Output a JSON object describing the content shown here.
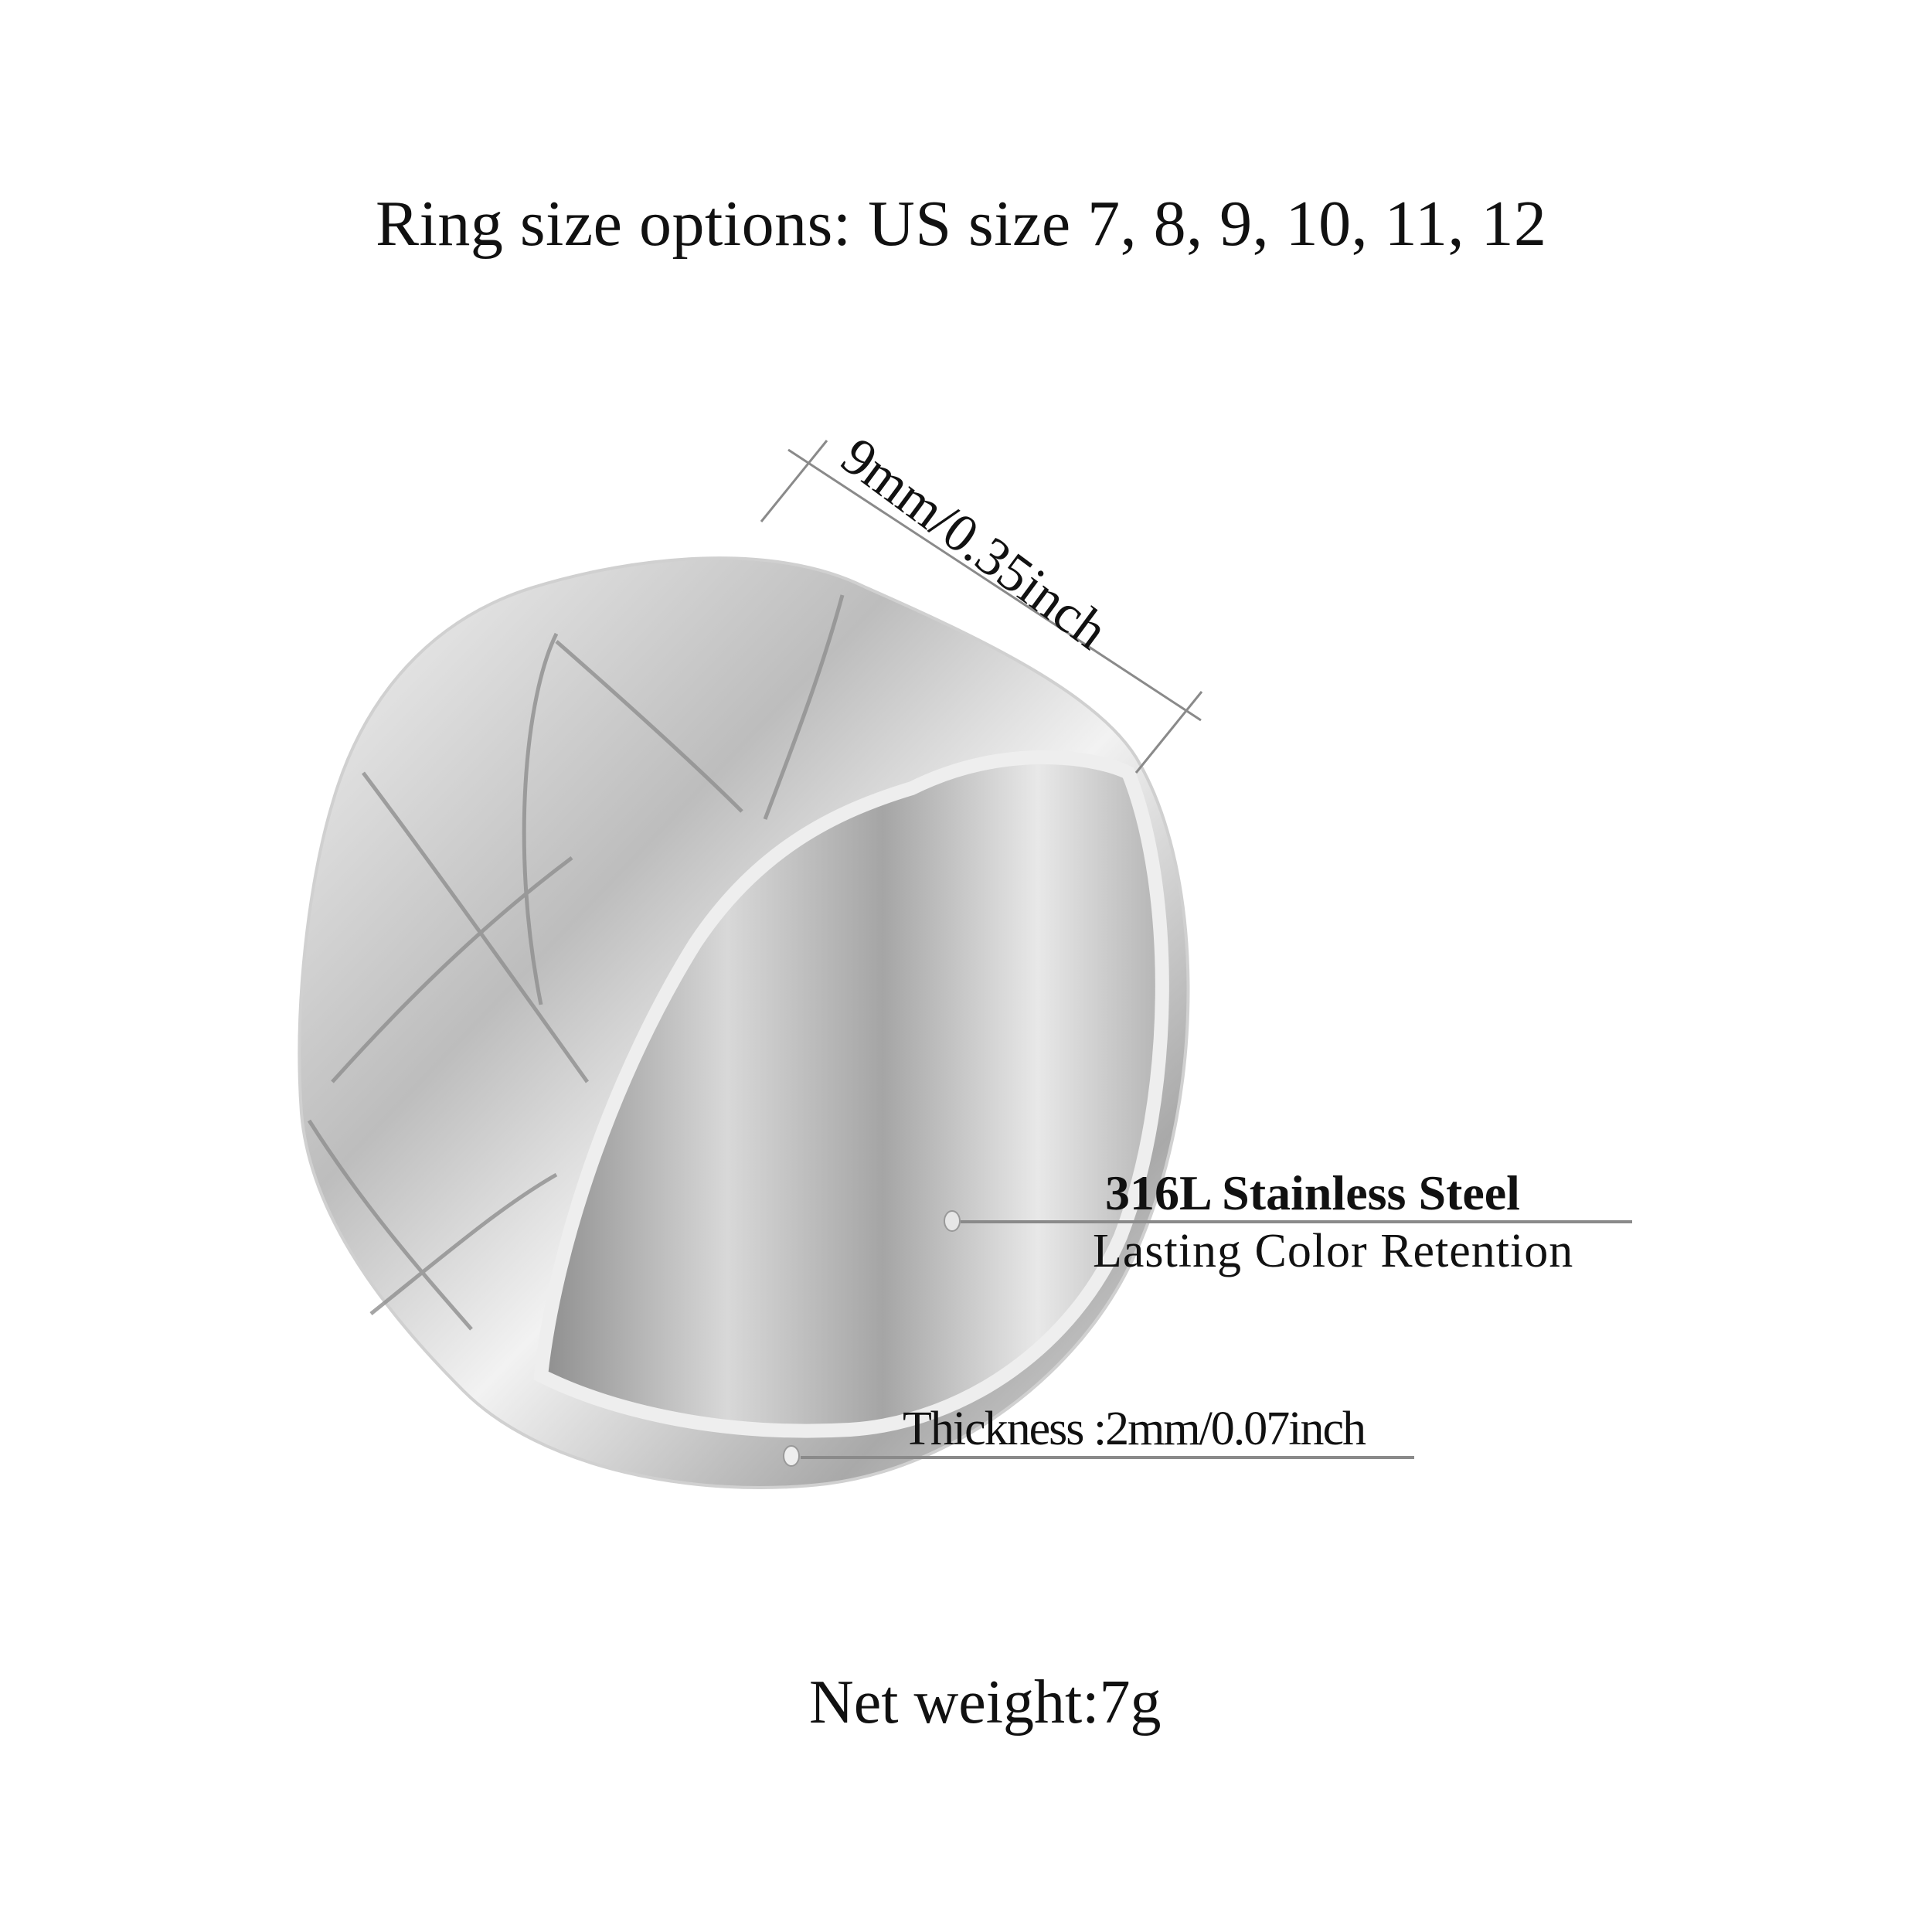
{
  "title": "Ring size options: US size 7, 8, 9, 10, 11, 12",
  "dimensions": {
    "width": "9mm/0.35inch",
    "thickness": "Thickness :2mm/0.07inch"
  },
  "material": {
    "name": "316L Stainless Steel",
    "feature": "Lasting Color Retention"
  },
  "net_weight": "Net weight:7g",
  "colors": {
    "text": "#111111",
    "leader_line": "#8a8a8a",
    "metal": "#c8c8c8"
  }
}
